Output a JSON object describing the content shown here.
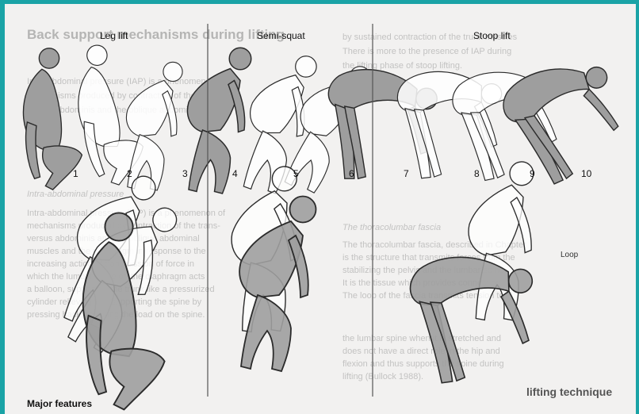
{
  "colors": {
    "frame": "#1aa3a6",
    "figure_dark": "#9e9e9e",
    "figure_light": "#ffffff",
    "outline": "#2b2b2b",
    "divider": "#555555"
  },
  "figure": {
    "column_labels": [
      "Leg lift",
      "Semi-squat",
      "Stoop lift"
    ],
    "numbers": [
      "1",
      "2",
      "3",
      "4",
      "5",
      "6",
      "7",
      "8",
      "9",
      "10"
    ]
  },
  "background_text": {
    "left_heading": "Back support mechanisms during lifting",
    "left_subheading": "Intra-abdominal pressure",
    "right_subheading": "The thoracolumbar fascia",
    "right_bottom_heading": "lifting technique",
    "loop_label": "Loop",
    "lines_left": [
      "Intra-abdominal pressure (IAP) is a phenomenon of",
      "mechanisms produced by contraction of the trans-",
      "versus abdominis and the oblique abdominal",
      "muscles and the diaphragm in response to the",
      "increasing action of transmission of force in",
      "which the lumbar spine on the diaphragm acts",
      "a balloon, supporting the trunk like a pressurized",
      "cylinder relieving and supporting the spine by",
      "pressing back, reducing the load on the spine."
    ],
    "lines_right": [
      "by sustained contraction of the trunk muscles",
      "There is more to the presence of IAP during",
      "the lifting phase of stoop lifting.",
      "The thoracolumbar fascia",
      "The thoracolumbar fascia, described in Chapter",
      "is the structure that transmits forces from the",
      "stabilizing the pelvis and the lumbar spine",
      "It is the tissue which provides connection",
      "The loop of the fascia transmits tension to",
      "the lumbar spine when it is stretched and",
      "does not have a direct role in the hip and",
      "flexion and thus supports the spine during",
      "lifting (Bullock 1988)."
    ]
  },
  "footer": {
    "major_features": "Major features"
  }
}
